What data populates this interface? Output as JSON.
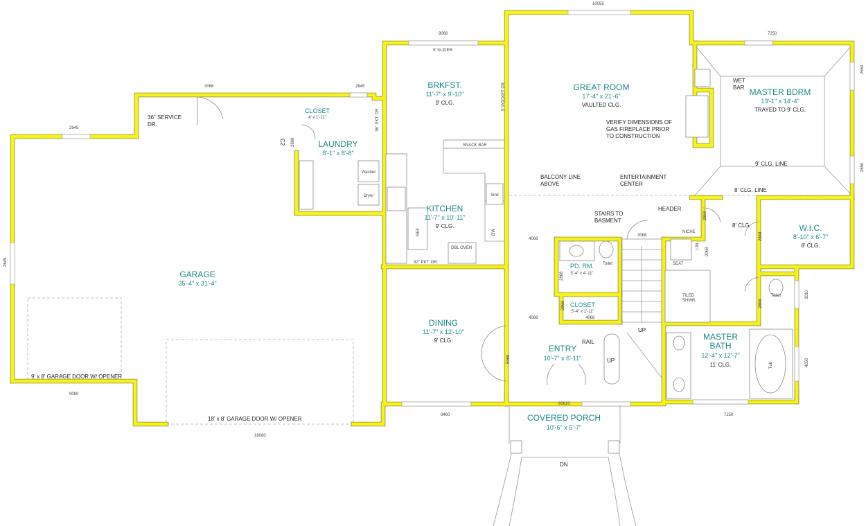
{
  "rooms": {
    "garage": {
      "name": "GARAGE",
      "dim": "35'-4\" x 31'-4\""
    },
    "laundry": {
      "name": "LAUNDRY",
      "dim": "8'-1\" x 8'-8\""
    },
    "closet_laundry": {
      "name": "CLOSET",
      "dim": "4' x 1'-11\""
    },
    "breakfast": {
      "name": "BRKFST.",
      "dim": "11'-7\" x 9'-10\"",
      "ceiling": "9' CLG."
    },
    "kitchen": {
      "name": "KITCHEN",
      "dim": "11'-7\" x 10'-11\"",
      "ceiling": "9' CLG."
    },
    "dining": {
      "name": "DINING",
      "dim": "11'-7\" x 12'-10\"",
      "ceiling": "9' CLG."
    },
    "great_room": {
      "name": "GREAT ROOM",
      "dim": "17'-4\" x 21'-6\"",
      "ceiling": "VAULTED CLG."
    },
    "master_bdrm": {
      "name": "MASTER BDRM",
      "dim": "13'-1\" x 14'-4\"",
      "ceiling": "TRAYED TO 9' CLG."
    },
    "wic": {
      "name": "W.I.C.",
      "dim": "8'-10\" x 6'-7\"",
      "ceiling": "8' CLG."
    },
    "master_bath": {
      "name_line1": "MASTER",
      "name_line2": "BATH",
      "dim": "12'-4\" x 12'-7\"",
      "ceiling": "11' CLG."
    },
    "powder": {
      "name": "PD. RM.",
      "dim": "5'-4\" x 4'-11\""
    },
    "closet_entry": {
      "name": "CLOSET",
      "dim": "5'-4\" x 1'-11\""
    },
    "entry": {
      "name": "ENTRY",
      "dim": "10'-7\" x 6'-11\""
    },
    "porch": {
      "name": "COVERED PORCH",
      "dim": "10'-6\" x 5'-7\""
    }
  },
  "notes": {
    "service_door_1": "36\" SERVICE",
    "service_door_2": "DR.",
    "garage_door_small": "9' x 8' GARAGE DOOR W/ OPENER",
    "garage_door_large": "18' x 8' GARAGE DOOR W/ OPENER",
    "slider": "9' SLIDER",
    "pkt_dr_36": "36\" PKT. DR.",
    "pocket_dr_5": "5' POCKET DR.",
    "pkt_dr_32": "32\" PKT. DR.",
    "snack_bar": "SNACK BAR",
    "dbl_oven": "DBL OVEN",
    "fireplace_1": "VERIFY DIMENSIONS OF",
    "fireplace_2": "GAS FIREPLACE PRIOR",
    "fireplace_3": "TO CONSTRUCTION",
    "balcony_1": "BALCONY LINE",
    "balcony_2": "ABOVE",
    "ent_center_1": "ENTERTAINMENT",
    "ent_center_2": "CENTER",
    "stairs_1": "STAIRS TO",
    "stairs_2": "BASMENT",
    "header": "HEADER",
    "niche": "NICHE",
    "wet_bar_1": "WET",
    "wet_bar_2": "BAR",
    "clg_line_9": "9' CLG. LINE",
    "clg_line_8": "8' CLG. LINE",
    "clg_8": "8' CLG.",
    "lin": "LIN.",
    "seat": "SEAT",
    "tiled_shwr_1": "TILED",
    "tiled_shwr_2": "SHWR.",
    "rail": "RAIL",
    "up_1": "UP",
    "up_2": "UP",
    "dn": "DN",
    "laundry_mark": "C2"
  },
  "dimensions": {
    "top_great": "10055",
    "top_brk": "9068",
    "top_master": "7250",
    "garage_top": "3068",
    "garage_top_right": "2645",
    "garage_left_top": "2645",
    "garage_left": "2645",
    "garage_bottom_left": "9080",
    "garage_bottom": "18080",
    "laundry_door": "2868",
    "dining_bottom": "8460",
    "porch_top": "60610",
    "entry_door": "5068",
    "dining_door_1": "4068",
    "dining_door_2": "4068",
    "closet_door": "4068",
    "powder_door": "2868",
    "closet_door_side": "2868",
    "stair_top": "3068",
    "header_door": "2868",
    "wic_door": "2868",
    "lin_door": "2068",
    "bath_door": "2868",
    "bath_window_1": "3010",
    "bath_window_2": "4050",
    "bottom_master": "7250",
    "master_right_1": "2650",
    "master_right_2": "2650"
  },
  "fixture_labels": {
    "sink": "Sink",
    "dishwasher": "DW",
    "fridge": "REF",
    "washer": "Washer",
    "dryer": "Dryer",
    "toilet": "Toilet",
    "tub": "Tub"
  }
}
